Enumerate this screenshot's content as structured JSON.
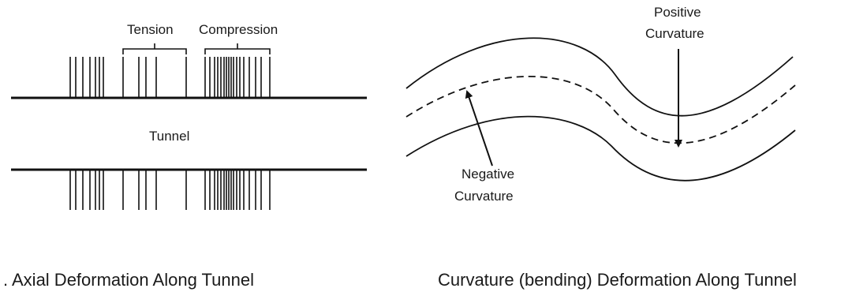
{
  "panel_a": {
    "label_tension": "Tension",
    "label_compression": "Compression",
    "label_tunnel": "Tunnel",
    "caption": ". Axial Deformation Along Tunnel"
  },
  "panel_b": {
    "label_positive_line1": "Positive",
    "label_positive_line2": "Curvature",
    "label_negative_line1": "Negative",
    "label_negative_line2": "Curvature",
    "caption": "Curvature (bending) Deformation Along Tunnel"
  }
}
